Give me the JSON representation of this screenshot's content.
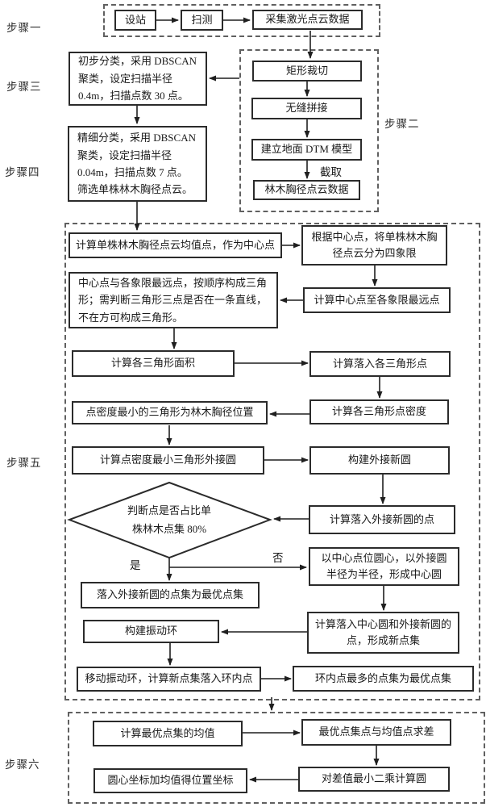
{
  "figure": {
    "type": "flowchart",
    "language": "zh",
    "description_visible_text_only": true
  },
  "steps": {
    "step1": "步骤一",
    "step2": "步骤二",
    "step3": "步骤三",
    "step4": "步骤四",
    "step5": "步骤五",
    "step6": "步骤六"
  },
  "nodes": {
    "shezhan": "设站",
    "saoce": "扫测",
    "caiji": "采集激光点云数据",
    "juxing": "矩形裁切",
    "wufeng": "无缝拼接",
    "dtm": "建立地面 DTM 模型",
    "xiongjing_data": "林木胸径点云数据",
    "chubu": "初步分类，采用 DBSCAN 聚类，设定扫描半径 0.4m，扫描点数 30 点。",
    "jingxi": "精细分类，采用 DBSCAN 聚类，设定扫描半径 0.04m，扫描点数 7 点。筛选单株林木胸径点云。",
    "a1": "计算单株林木胸径点云均值点，作为中心点",
    "b1": "根据中心点，将单株林木胸径点云分为四象限",
    "b2": "计算中心点至各象限最远点",
    "a2": "中心点与各象限最远点，按顺序构成三角形；需判断三角形三点是否在一条直线，不在方可构成三角形。",
    "a3": "计算各三角形面积",
    "b3": "计算落入各三角形点",
    "b4": "计算各三角形点密度",
    "a4": "点密度最小的三角形为林木胸径位置",
    "a5": "计算点密度最小三角形外接圆",
    "b5": "构建外接新圆",
    "b6": "计算落入外接新圆的点",
    "diamond": "判断点是否占比单株林木点集 80%",
    "b7": "以中心点位圆心，以外接圆半径为半径，形成中心圆",
    "a7": "落入外接新圆的点集为最优点集",
    "b8": "计算落入中心圆和外接新圆的点，形成新点集",
    "a8": "构建振动环",
    "a9": "移动振动环，计算新点集落入环内点",
    "b9": "环内点最多的点集为最优点集",
    "c1": "计算最优点集的均值",
    "d1": "最优点集点与均值点求差",
    "d2": "对差值最小二乘计算圆",
    "c2": "圆心坐标加均值得位置坐标"
  },
  "edge_labels": {
    "yes": "是",
    "no": "否",
    "jiequ": "截取"
  },
  "colors": {
    "line": "#1f1f1f",
    "box_border": "#2b2b2b",
    "dashed_border": "#606060",
    "background": "#ffffff"
  }
}
